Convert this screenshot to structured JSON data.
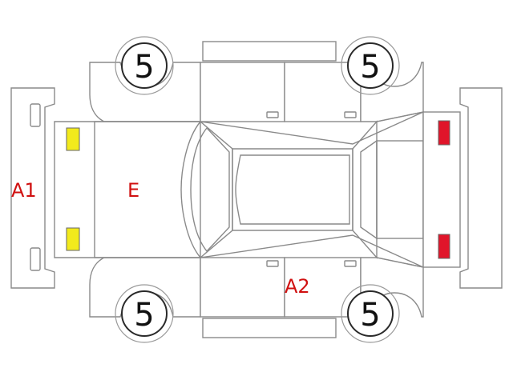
{
  "tires": {
    "front_left": "5",
    "front_right": "5",
    "rear_left": "5",
    "rear_right": "5"
  },
  "damage_codes": {
    "front_bumper": "A1",
    "hood": "E",
    "left_side": "A2"
  },
  "colors": {
    "outline": "#8a8a8a",
    "headlight": "#f2ea1c",
    "taillight": "#e0152a",
    "code_text": "#d01010"
  }
}
